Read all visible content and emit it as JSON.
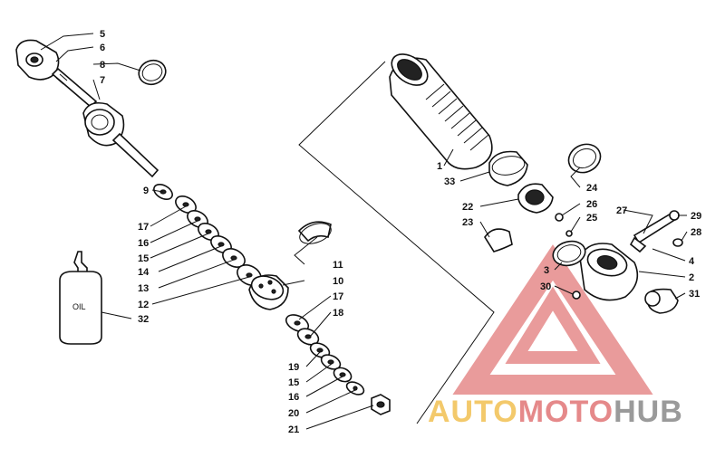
{
  "callouts": {
    "c1": "1",
    "c2": "2",
    "c3": "3",
    "c4": "4",
    "c5": "5",
    "c6": "6",
    "c7": "7",
    "c8": "8",
    "c9": "9",
    "c10": "10",
    "c11": "11",
    "c12": "12",
    "c13": "13",
    "c14": "14",
    "c15a": "15",
    "c15b": "15",
    "c16a": "16",
    "c16b": "16",
    "c17a": "17",
    "c17b": "17",
    "c18": "18",
    "c19": "19",
    "c20": "20",
    "c21": "21",
    "c22": "22",
    "c23": "23",
    "c24": "24",
    "c25": "25",
    "c26": "26",
    "c27": "27",
    "c28": "28",
    "c29": "29",
    "c30": "30",
    "c31": "31",
    "c32": "32",
    "c33": "33"
  },
  "oil_label": "OIL",
  "watermark": {
    "part1": "AUTO",
    "part2": "MOTO",
    "part3": "HUB",
    "color1": "#f3c96b",
    "color2": "#e5898a",
    "color3": "#9a9a9a"
  }
}
